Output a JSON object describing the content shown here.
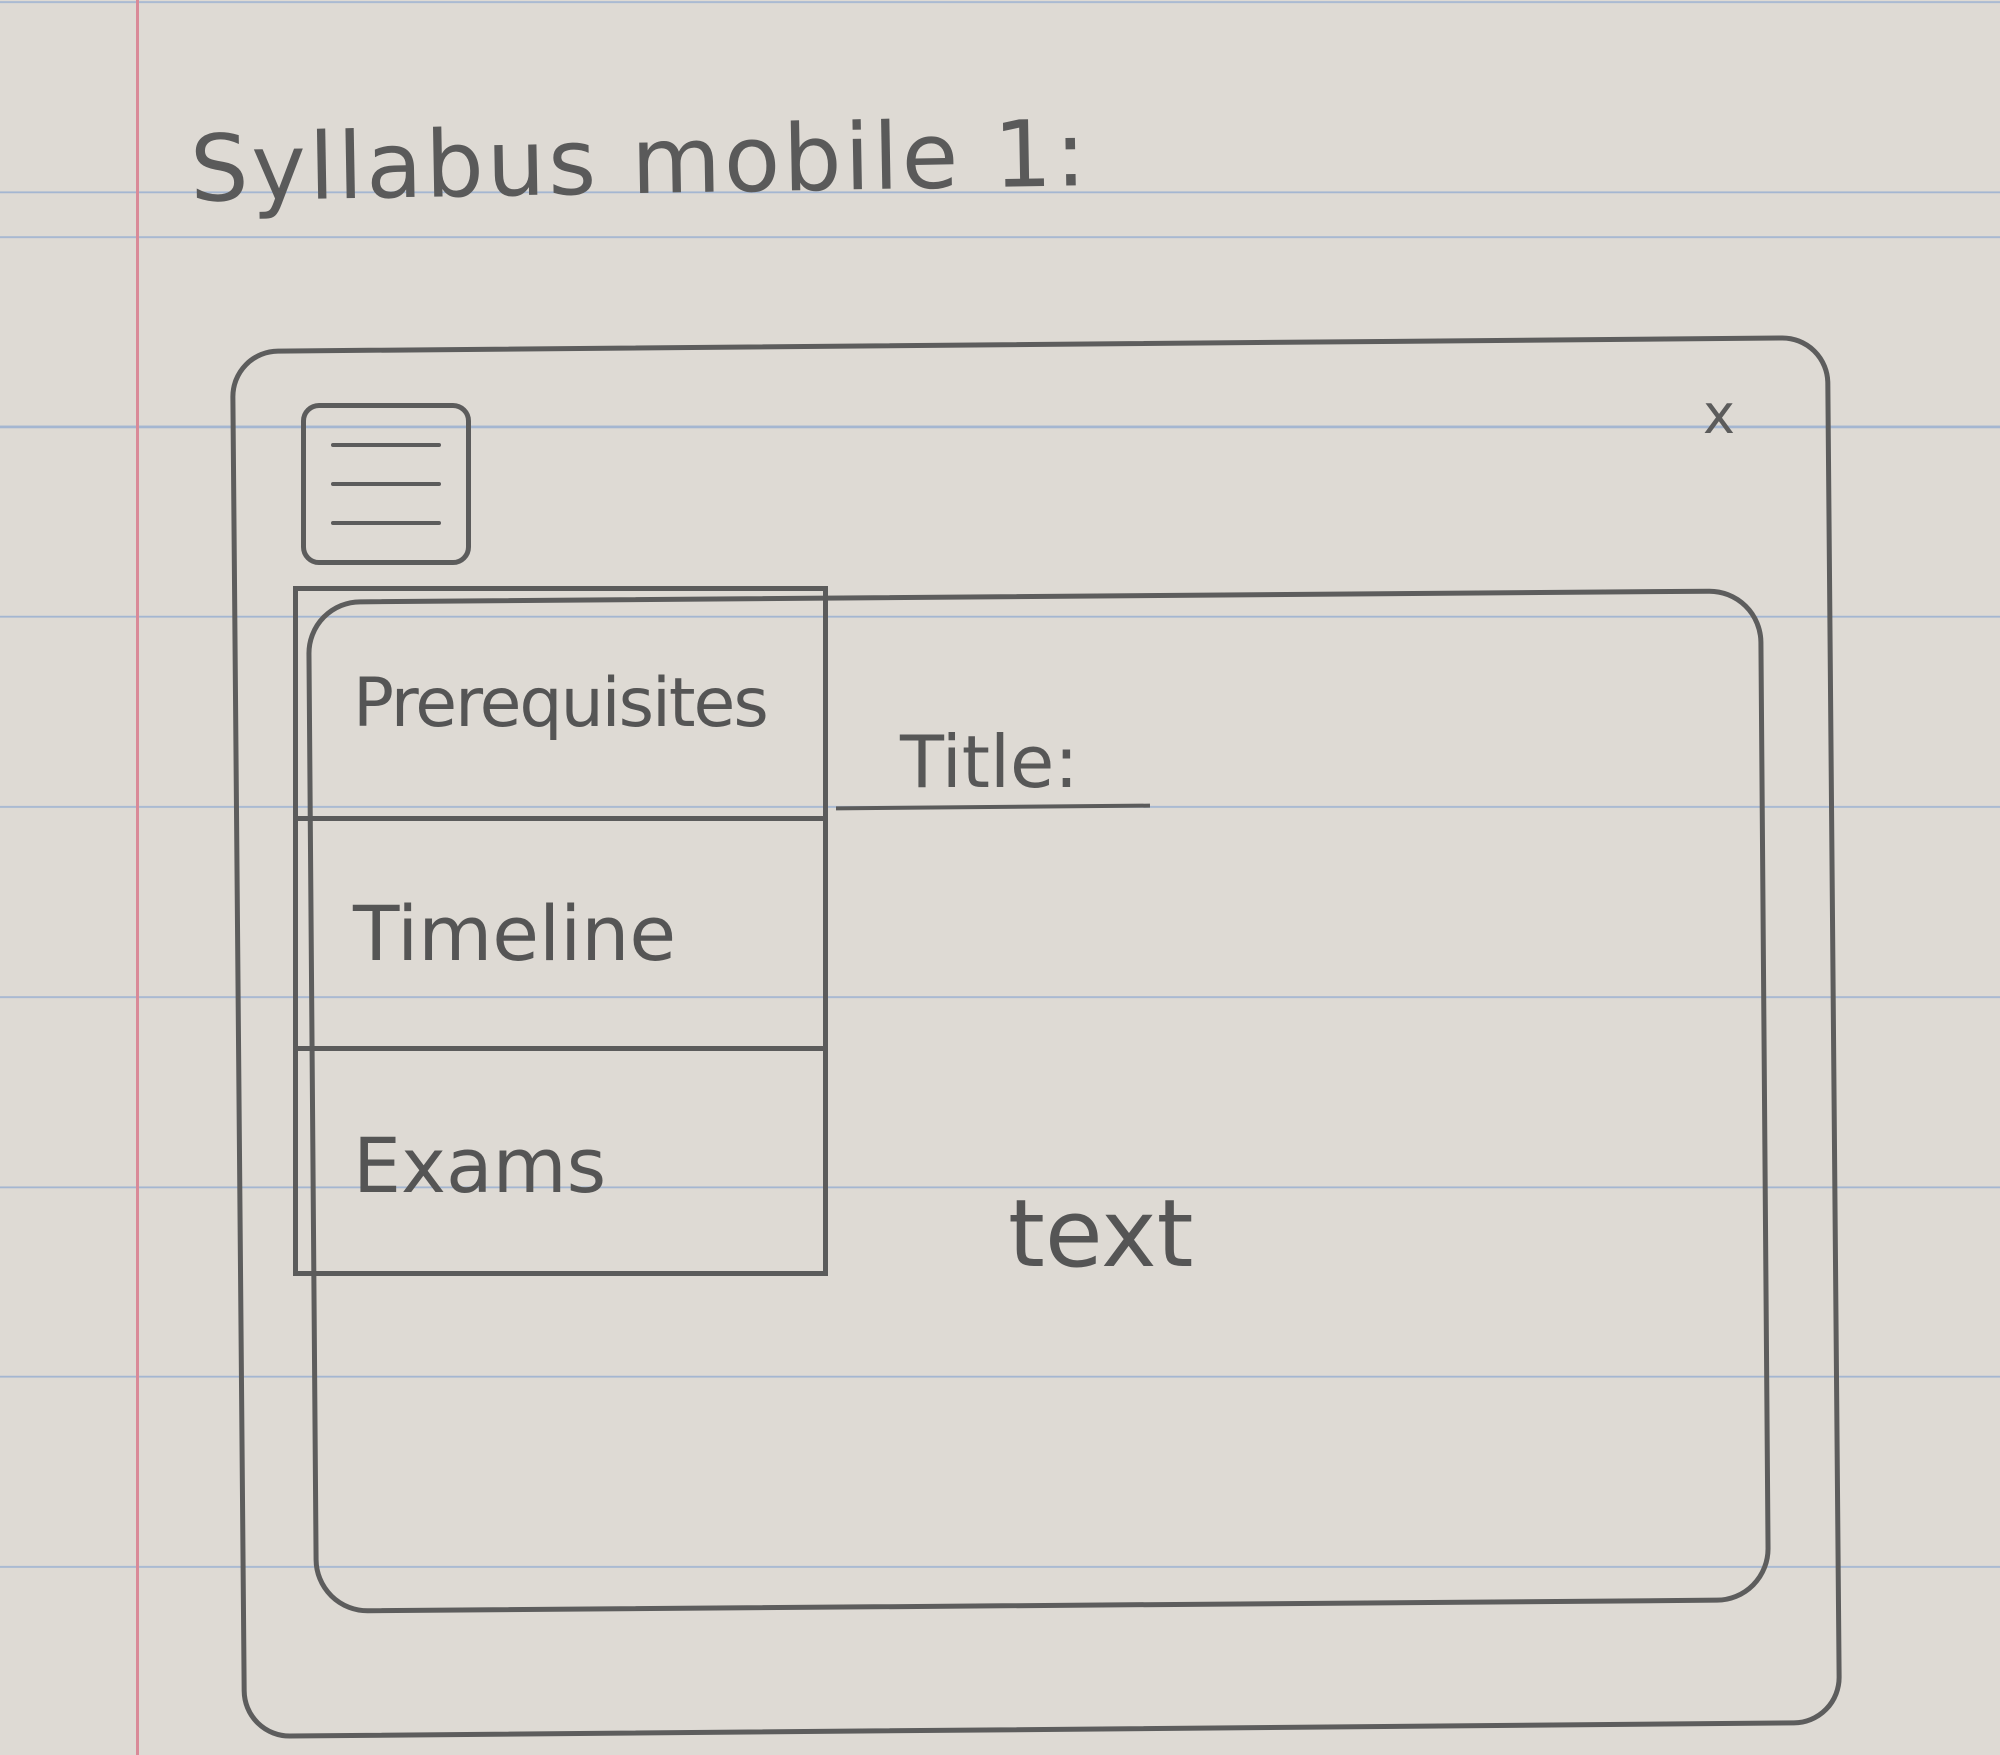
{
  "sketch": {
    "heading": "Syllabus mobile 1:"
  },
  "window": {
    "close_symbol": "x"
  },
  "menu": {
    "icon": "hamburger-icon",
    "items": [
      {
        "label": "Prerequisites"
      },
      {
        "label": "Timeline"
      },
      {
        "label": "Exams"
      }
    ]
  },
  "content": {
    "title_label": "Title:",
    "body_text": "text"
  },
  "colors": {
    "paper": "#dedad4",
    "ruled_line": "#a4b6d1",
    "margin_line": "#d98a98",
    "pencil": "#5b5b5b"
  }
}
